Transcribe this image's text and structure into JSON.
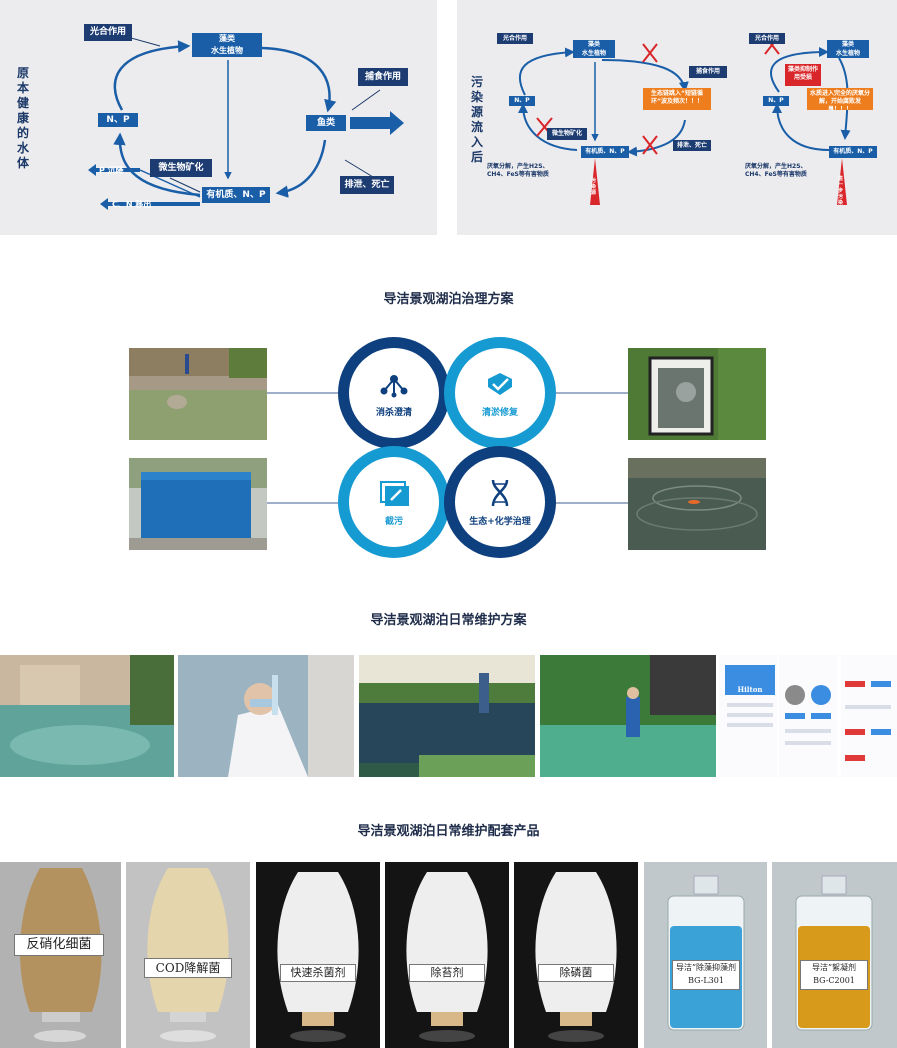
{
  "left_panel": {
    "side_title": "原本健康的水体",
    "nodes": {
      "guanghe": "光合作用",
      "zaolei": "藻类",
      "shuisheng": "水生植物",
      "buhuo": "捕食作用",
      "np": "N、P",
      "yulei": "鱼类",
      "weisheng": "微生物矿化",
      "youji": "有机质、N、P",
      "paixie": "排泄、死亡",
      "p_chen": "P 沉降",
      "cn_yi": "C、N 移出"
    }
  },
  "right_panel": {
    "side_title": "污染源流入后",
    "left": {
      "guanghe": "光合作用",
      "zaolei": "藻类",
      "shuisheng": "水生植物",
      "np": "N、P",
      "buhuo": "捕食作用",
      "orange_note": "生态链跳入“短链循环”波及频次！！！",
      "weisheng": "微生物矿化",
      "youji": "有机质、N、P",
      "paixie": "排泄、死亡",
      "yanyang": "厌氧分解，产生H2S、CH4、FeS等有害物质",
      "source": "污染源"
    },
    "right": {
      "guanghe": "光合作用",
      "zaolei": "藻类",
      "shuisheng": "水生植物",
      "red_note": "藻类抑制作用受损",
      "np": "N、P",
      "orange_note": "水质进入完全的厌氧分解，开始腐败发臭！！！",
      "youji": "有机质、N、P",
      "yanyang": "厌氧分解，产生H2S、CH4、FeS等有害物质",
      "source": "进一步污染"
    }
  },
  "section1": {
    "title": "导洁景观湖泊治理方案",
    "circles": {
      "c1": "消杀澄清",
      "c2": "清淤修复",
      "c3": "截污",
      "c4": "生态+化学治理"
    }
  },
  "section2": {
    "title": "导洁景观湖泊日常维护方案",
    "app_brand": "Hilton"
  },
  "section3": {
    "title": "导洁景观湖泊日常维护配套产品",
    "products": [
      "反硝化细菌",
      "COD降解菌",
      "快速杀菌剂",
      "除苔剂",
      "除磷菌"
    ],
    "bottles": [
      {
        "line1": "导洁”除藻抑藻剂",
        "line2": "BG-L301"
      },
      {
        "line1": "导洁”絮凝剂",
        "line2": "BG-C2001"
      }
    ]
  },
  "colors": {
    "navy": "#0e3f7e",
    "teal": "#169ad2",
    "box_blue": "#1a5ea8",
    "orange": "#ee7d1e",
    "red": "#d9262a"
  }
}
